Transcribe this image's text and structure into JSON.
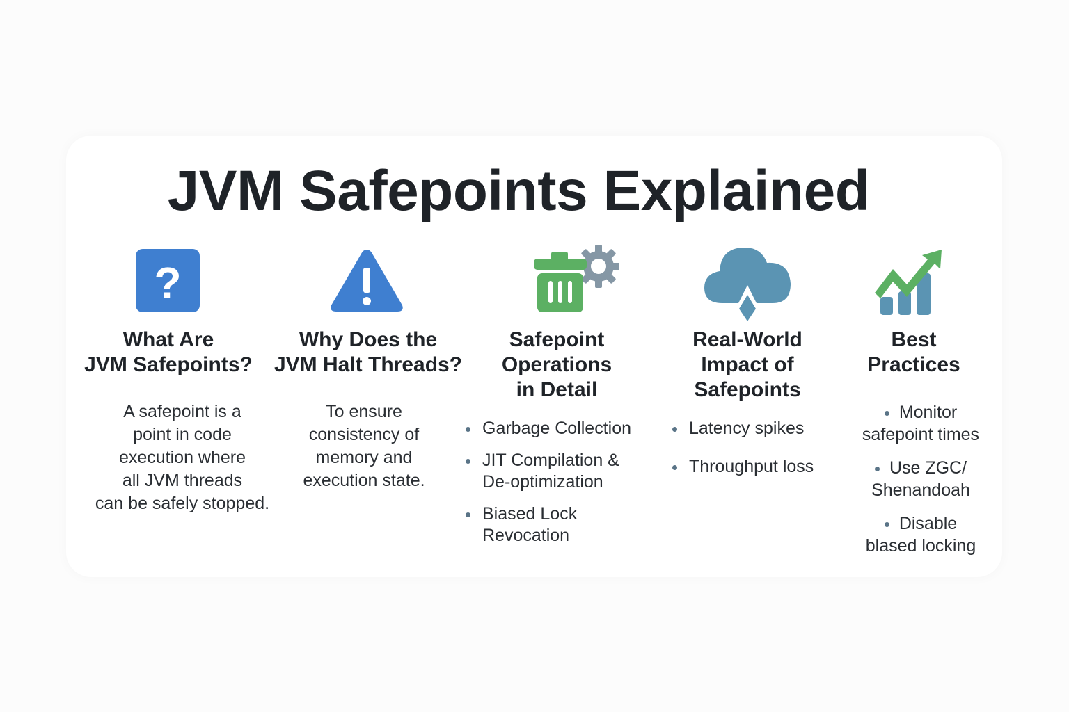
{
  "title": "JVM Safepoints Explained",
  "columns": [
    {
      "icon": "question-icon",
      "heading_lines": [
        "What Are",
        "JVM Safepoints?"
      ],
      "body_lines": [
        "A safepoint is a",
        "point in code",
        "execution where",
        "all JVM threads",
        "can be safely stopped."
      ]
    },
    {
      "icon": "warning-icon",
      "heading_lines": [
        "Why Does the",
        "JVM Halt Threads?"
      ],
      "body_lines": [
        "To ensure",
        "consistency of",
        "memory and",
        "execution state."
      ]
    },
    {
      "icon": "trash-gear-icon",
      "heading_lines": [
        "Safepoint",
        "Operations",
        "in Detail"
      ],
      "bullets": [
        [
          "Garbage Collection"
        ],
        [
          "JIT Compilation &",
          "De-optimization"
        ],
        [
          "Biased Lock",
          "Revocation"
        ]
      ]
    },
    {
      "icon": "cloud-download-icon",
      "heading_lines": [
        "Real-World",
        "Impact of",
        "Safepoints"
      ],
      "bullets": [
        [
          "Latency spikes"
        ],
        [
          "Throughput loss"
        ]
      ]
    },
    {
      "icon": "growth-chart-icon",
      "heading_lines": [
        "Best",
        "Practices"
      ],
      "bullets": [
        [
          "Monitor",
          "safepoint times"
        ],
        [
          "Use ZGC/",
          "Shenandoah"
        ],
        [
          "Disable",
          "blased locking"
        ]
      ]
    }
  ],
  "colors": {
    "blue": "#3f7fd0",
    "green": "#5cb063",
    "gray": "#8597a5",
    "steel": "#5b94b3"
  }
}
